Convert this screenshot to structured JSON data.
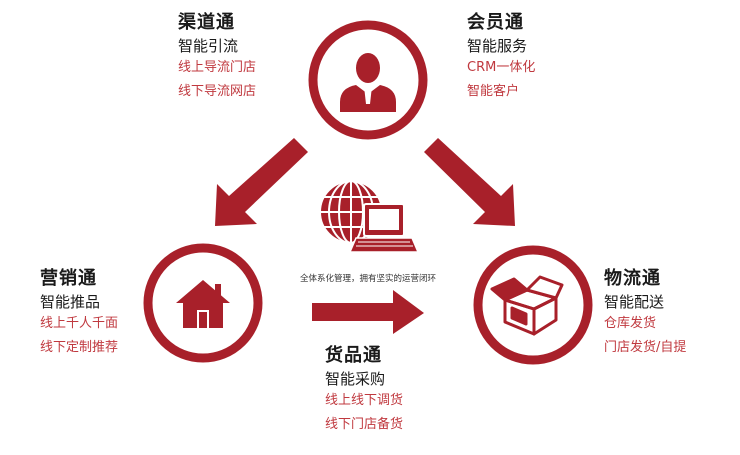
{
  "colors": {
    "accent": "#a8202a",
    "accent_light": "#c0393f",
    "text": "#1a1a1a"
  },
  "center_caption": "全体系化管理，拥有坚实的运营闭环",
  "nodes": {
    "channel": {
      "title": "渠道通",
      "subtitle": "智能引流",
      "lines": [
        "线上导流门店",
        "线下导流网店"
      ],
      "icon": "arrow-down-left-icon"
    },
    "member": {
      "title": "会员通",
      "subtitle": "智能服务",
      "lines": [
        "CRM一体化",
        "智能客户"
      ],
      "icon": "person-icon"
    },
    "marketing": {
      "title": "营销通",
      "subtitle": "智能推品",
      "lines": [
        "线上千人千面",
        "线下定制推荐"
      ],
      "icon": "house-icon"
    },
    "logistics": {
      "title": "物流通",
      "subtitle": "智能配送",
      "lines": [
        "仓库发货",
        "门店发货/自提"
      ],
      "icon": "box-icon"
    },
    "goods": {
      "title": "货品通",
      "subtitle": "智能采购",
      "lines": [
        "线上线下调货",
        "线下门店备货"
      ],
      "icon": "arrow-right-icon"
    }
  }
}
